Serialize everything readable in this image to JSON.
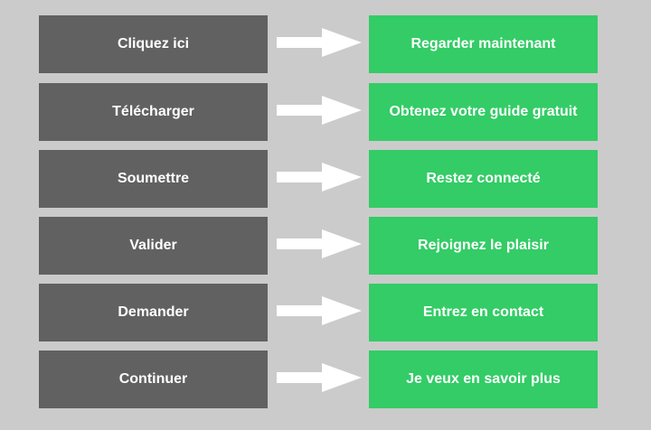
{
  "colors": {
    "background": "#cbcbcb",
    "old_button": "#616161",
    "new_button": "#33cc66",
    "arrow": "#ffffff",
    "text": "#ffffff"
  },
  "icons": {
    "arrow": "right-arrow-icon"
  },
  "rows": [
    {
      "from": "Cliquez ici",
      "to": "Regarder maintenant"
    },
    {
      "from": "Télécharger",
      "to": "Obtenez votre guide gratuit"
    },
    {
      "from": "Soumettre",
      "to": "Restez connecté"
    },
    {
      "from": "Valider",
      "to": "Rejoignez le plaisir"
    },
    {
      "from": "Demander",
      "to": "Entrez en contact"
    },
    {
      "from": "Continuer",
      "to": "Je veux en savoir plus"
    }
  ]
}
